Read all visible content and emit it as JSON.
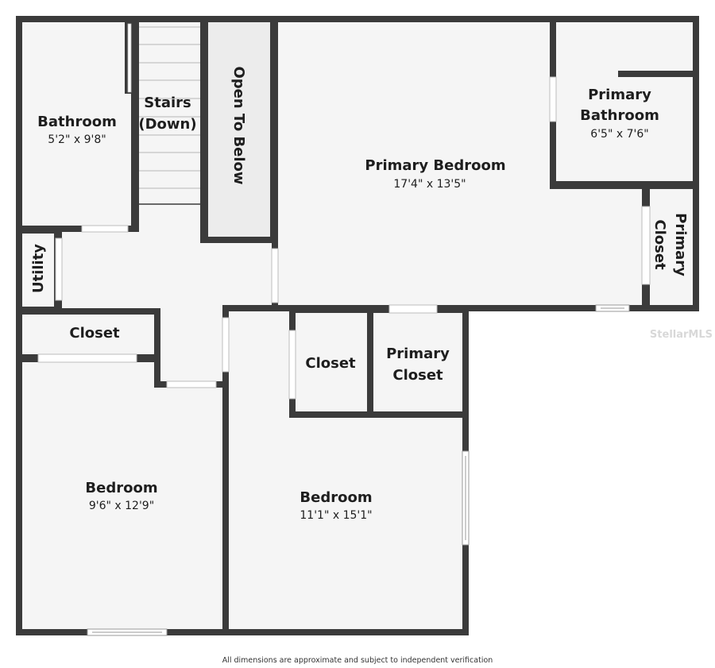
{
  "rooms": {
    "bathroom": {
      "name": "Bathroom",
      "dims": "5'2\" x 9'8\""
    },
    "stairs": {
      "name_line1": "Stairs",
      "name_line2": "(Down)"
    },
    "open_to_below": {
      "name": "Open To Below"
    },
    "primary_bedroom": {
      "name": "Primary Bedroom",
      "dims": "17'4\" x 13'5\""
    },
    "primary_bathroom": {
      "name_line1": "Primary",
      "name_line2": "Bathroom",
      "dims": "6'5\" x 7'6\""
    },
    "primary_closet_right": {
      "name_line1": "Primary",
      "name_line2": "Closet"
    },
    "utility": {
      "name": "Utility"
    },
    "closet_left": {
      "name": "Closet"
    },
    "closet_center": {
      "name": "Closet"
    },
    "primary_closet_center": {
      "name_line1": "Primary",
      "name_line2": "Closet"
    },
    "bedroom_left": {
      "name": "Bedroom",
      "dims": "9'6\" x 12'9\""
    },
    "bedroom_right": {
      "name": "Bedroom",
      "dims": "11'1\" x 15'1\""
    }
  },
  "watermark": "StellarMLS",
  "disclaimer": "All dimensions are approximate and subject to independent verification",
  "colors": {
    "wall": "#3b3b3b",
    "floor": "#f5f5f5",
    "open_to_below": "#ececec"
  }
}
